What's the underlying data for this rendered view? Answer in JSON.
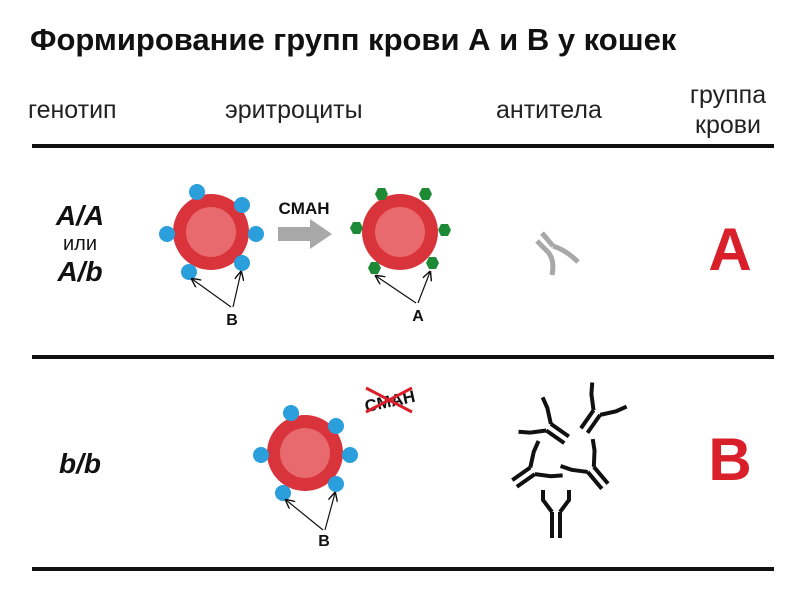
{
  "title": "Формирование групп крови А и В у кошек",
  "headers": {
    "genotype": "генотип",
    "erythrocytes": "эритроциты",
    "antibodies": "антитела",
    "blood_group_line1": "группа",
    "blood_group_line2": "крови"
  },
  "rows": [
    {
      "genotype_line1": "A/A",
      "genotype_or": "или",
      "genotype_line2": "A/b",
      "antigen_label_before": "B",
      "enzyme": "CMAH",
      "antigen_label_after": "A",
      "blood_group": "A"
    },
    {
      "genotype": "b/b",
      "antigen_label": "B",
      "enzyme_crossed": "CMAH",
      "blood_group": "B"
    }
  ],
  "colors": {
    "cell_outer": "#d9333b",
    "cell_inner": "#e86a6e",
    "antigen_b": "#2a9fdc",
    "antigen_a": "#1e8a35",
    "arrow": "#a8a8a8",
    "antibody_a": "#a8a8a8",
    "antibody_b": "#111111",
    "group_letter": "#d9202a",
    "cross": "#d9202a"
  }
}
